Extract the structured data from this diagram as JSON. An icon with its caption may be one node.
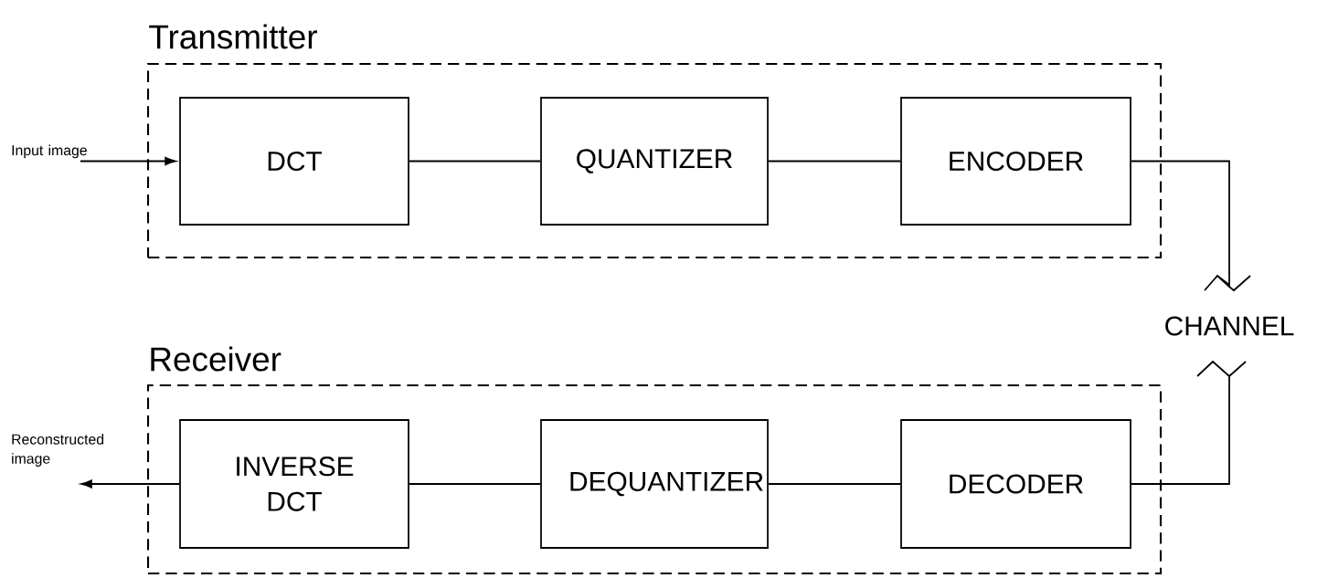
{
  "diagram": {
    "nodes": [
      {
        "text": [
          "Transmitter"
        ]
      },
      {
        "text": [
          "DCT"
        ],
        "in": 0
      },
      {
        "text": [
          "QUANTIZER"
        ],
        "in": 0
      },
      {
        "text": [
          "ENCODER"
        ],
        "in": 0
      },
      {
        "text": [
          "CHANNEL"
        ]
      },
      {
        "text": [
          "Receiver"
        ]
      },
      {
        "text": [
          "INVERSE DCT"
        ],
        "in": 5
      },
      {
        "text": [
          "DEQUANTIZER"
        ],
        "in": 5
      },
      {
        "text": [
          "DECODER"
        ],
        "in": 5
      }
    ],
    "edges": [
      {
        "from": null,
        "to": 1,
        "arrow": "to",
        "label": "Input image"
      },
      {
        "from": 1,
        "to": 2,
        "arrow": "none"
      },
      {
        "from": 2,
        "to": 3,
        "arrow": "none"
      },
      {
        "from": 3,
        "to": 4,
        "arrow": "none"
      },
      {
        "from": 4,
        "to": 8,
        "arrow": "none"
      },
      {
        "from": 8,
        "to": 7,
        "arrow": "none"
      },
      {
        "from": 7,
        "to": 6,
        "arrow": "none"
      },
      {
        "from": 6,
        "to": null,
        "arrow": "to",
        "label": "Reconstructed image"
      }
    ]
  }
}
